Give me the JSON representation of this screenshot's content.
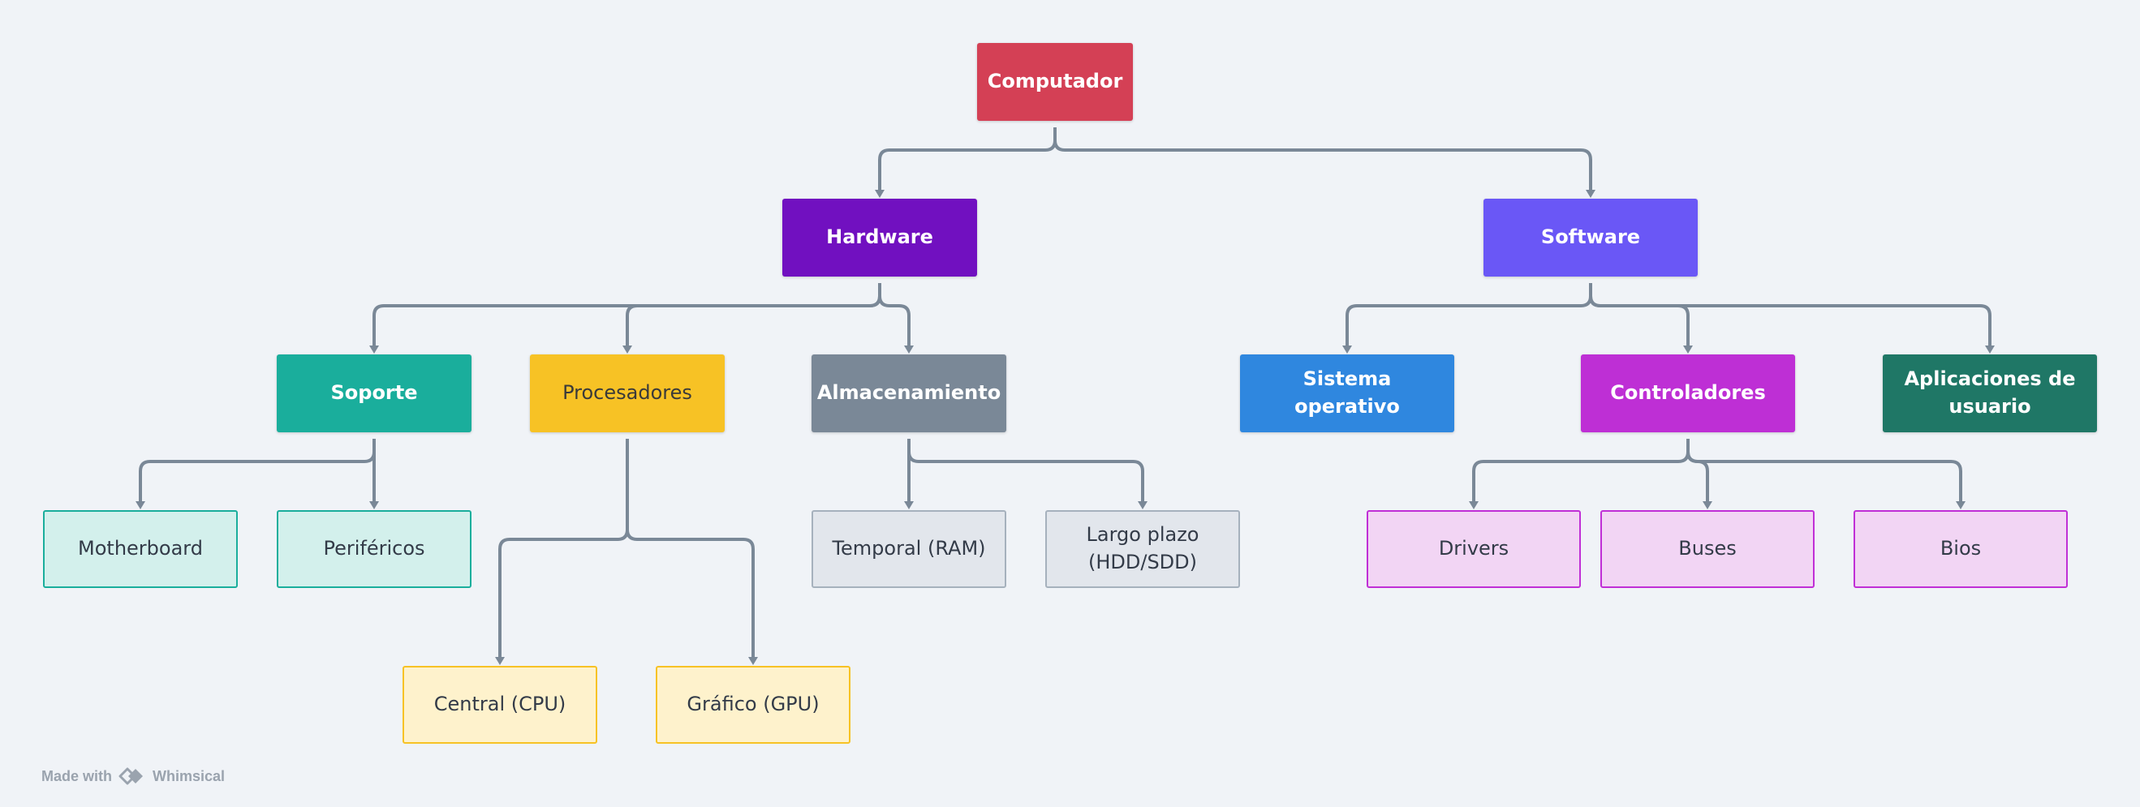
{
  "diagram": {
    "nodes": {
      "computador": "Computador",
      "hardware": "Hardware",
      "software": "Software",
      "soporte": "Soporte",
      "procesadores": "Procesadores",
      "almacenamiento": "Almacenamiento",
      "sistema_operativo": "Sistema operativo",
      "controladores": "Controladores",
      "aplicaciones": "Aplicaciones de usuario",
      "motherboard": "Motherboard",
      "perifericos": "Periféricos",
      "temporal": "Temporal (RAM)",
      "largo_plazo": "Largo plazo (HDD/SDD)",
      "drivers": "Drivers",
      "buses": "Buses",
      "bios": "Bios",
      "cpu": "Central (CPU)",
      "gpu": "Gráfico (GPU)"
    },
    "edges": [
      [
        "computador",
        "hardware"
      ],
      [
        "computador",
        "software"
      ],
      [
        "hardware",
        "soporte"
      ],
      [
        "hardware",
        "procesadores"
      ],
      [
        "hardware",
        "almacenamiento"
      ],
      [
        "software",
        "sistema_operativo"
      ],
      [
        "software",
        "controladores"
      ],
      [
        "software",
        "aplicaciones"
      ],
      [
        "soporte",
        "motherboard"
      ],
      [
        "soporte",
        "perifericos"
      ],
      [
        "procesadores",
        "cpu"
      ],
      [
        "procesadores",
        "gpu"
      ],
      [
        "almacenamiento",
        "temporal"
      ],
      [
        "almacenamiento",
        "largo_plazo"
      ],
      [
        "controladores",
        "drivers"
      ],
      [
        "controladores",
        "buses"
      ],
      [
        "controladores",
        "bios"
      ]
    ],
    "colors": {
      "connector": "#7a8897",
      "background": "#f0f3f7"
    }
  },
  "footer": {
    "made_with": "Made with",
    "brand": "Whimsical",
    "logo_icon": "whimsical-logo-icon"
  }
}
